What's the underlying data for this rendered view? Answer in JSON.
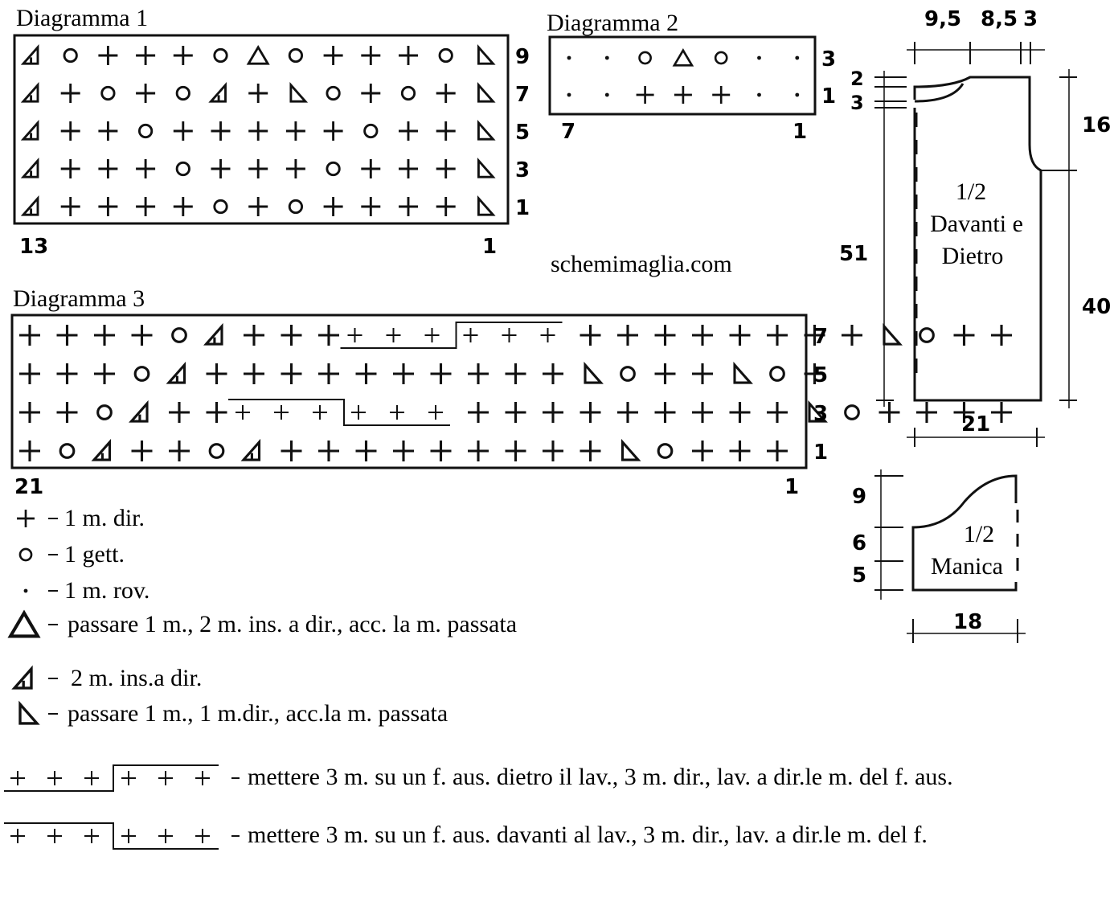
{
  "site": "schemimaglia.com",
  "diagram1": {
    "title": "Diagramma 1",
    "rows": [
      {
        "label": "9",
        "cells": [
          "k2tog",
          "yo",
          "k",
          "k",
          "k",
          "yo",
          "s2kp",
          "yo",
          "k",
          "k",
          "k",
          "yo",
          "skp"
        ]
      },
      {
        "label": "7",
        "cells": [
          "k2tog",
          "k",
          "yo",
          "k",
          "yo",
          "k2tog",
          "k",
          "skp",
          "yo",
          "k",
          "yo",
          "k",
          "skp"
        ]
      },
      {
        "label": "5",
        "cells": [
          "k2tog",
          "k",
          "k",
          "yo",
          "k",
          "k",
          "k",
          "k",
          "k",
          "yo",
          "k",
          "k",
          "skp"
        ]
      },
      {
        "label": "3",
        "cells": [
          "k2tog",
          "k",
          "k",
          "k",
          "yo",
          "k",
          "k",
          "k",
          "yo",
          "k",
          "k",
          "k",
          "skp"
        ]
      },
      {
        "label": "1",
        "cells": [
          "k2tog",
          "k",
          "k",
          "k",
          "k",
          "yo",
          "k",
          "yo",
          "k",
          "k",
          "k",
          "k",
          "skp"
        ]
      }
    ],
    "col_left": "13",
    "col_right": "1"
  },
  "diagram2": {
    "title": "Diagramma 2",
    "rows": [
      {
        "label": "3",
        "cells": [
          "p",
          "p",
          "yo",
          "s2kp",
          "yo",
          "p",
          "p"
        ]
      },
      {
        "label": "1",
        "cells": [
          "p",
          "p",
          "k",
          "k",
          "k",
          "p",
          "p"
        ]
      }
    ],
    "col_left": "7",
    "col_right": "1"
  },
  "diagram3": {
    "title": "Diagramma 3",
    "rows": [
      {
        "label": "7",
        "cells": [
          "k",
          "k",
          "k",
          "k",
          "yo",
          "k2tog",
          "k",
          "k",
          "k",
          "k",
          "k",
          "k",
          "k",
          "k",
          "k",
          "k",
          "k",
          "skp",
          "yo",
          "k",
          "k"
        ],
        "cable": {
          "type": "back",
          "start": 9
        }
      },
      {
        "label": "5",
        "cells": [
          "k",
          "k",
          "k",
          "yo",
          "k2tog",
          "k",
          "k",
          "k",
          "k",
          "k",
          "k",
          "k",
          "k",
          "k",
          "k",
          "skp",
          "yo",
          "k",
          "k",
          "skp",
          "yo",
          "k"
        ]
      },
      {
        "label": "3",
        "cells": [
          "k",
          "k",
          "yo",
          "k2tog",
          "k",
          "k",
          "k",
          "k",
          "k",
          "k",
          "k",
          "k",
          "k",
          "k",
          "k",
          "skp",
          "yo",
          "k",
          "k",
          "k",
          "k"
        ],
        "cable": {
          "type": "front",
          "start": 6
        }
      },
      {
        "label": "1",
        "cells": [
          "k",
          "yo",
          "k2tog",
          "k",
          "k",
          "yo",
          "k2tog",
          "k",
          "k",
          "k",
          "k",
          "k",
          "k",
          "k",
          "k",
          "k",
          "skp",
          "yo",
          "k",
          "k",
          "k"
        ]
      }
    ],
    "col_left": "21",
    "col_right": "1"
  },
  "legend": [
    {
      "symbol": "k",
      "text": "1 m. dir."
    },
    {
      "symbol": "yo",
      "text": "1 gett."
    },
    {
      "symbol": "p",
      "text": "1 m. rov."
    },
    {
      "symbol": "s2kp",
      "text": "passare 1 m., 2 m. ins. a dir., acc. la m. passata"
    },
    {
      "symbol": "k2tog",
      "text": "2 m. ins.a dir."
    },
    {
      "symbol": "skp",
      "text": "passare 1 m., 1 m.dir., acc.la m. passata"
    },
    {
      "symbol": "cable_back",
      "text": "mettere 3 m. su un f. aus. dietro il lav., 3 m. dir., lav. a dir.le m. del f. aus."
    },
    {
      "symbol": "cable_front",
      "text": "mettere 3 m. su un f. aus. davanti al lav., 3 m. dir., lav. a dir.le m. del f."
    }
  ],
  "schematic_body": {
    "label_line1": "1/2",
    "label_line2": "Davanti e",
    "label_line3": "Dietro",
    "top_dims": [
      "9,5",
      "8,5",
      "3"
    ],
    "left_small": [
      "2",
      "3"
    ],
    "left_total": "51",
    "right_upper": "16",
    "right_lower": "40",
    "bottom": "21"
  },
  "schematic_sleeve": {
    "label_line1": "1/2",
    "label_line2": "Manica",
    "left_dims": [
      "9",
      "6",
      "5"
    ],
    "bottom": "18"
  }
}
